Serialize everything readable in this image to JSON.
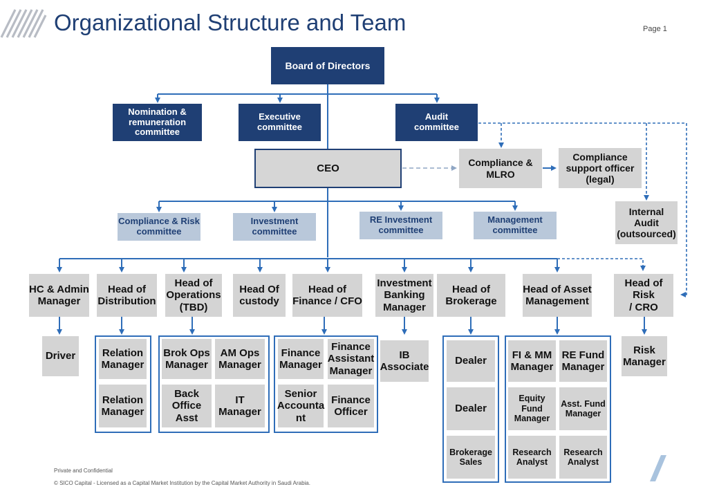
{
  "header": {
    "title": "Organizational Structure and Team",
    "page_label": "Page 1"
  },
  "footer": {
    "confidential": "Private and Confidential",
    "copyright": "© SICO Capital - Licensed as a Capital Market Institution by the Capital Market Authority in Saudi Arabia."
  },
  "colors": {
    "navy": "#1f3f74",
    "light_blue": "#b9c8da",
    "grey": "#d4d4d4",
    "connector": "#2e6db8"
  },
  "org": {
    "board": "Board of Directors",
    "board_committees": {
      "nomination": "Nomination &\nremuneration\ncommittee",
      "executive": "Executive\ncommittee",
      "audit": "Audit\ncommittee"
    },
    "ceo": "CEO",
    "compliance_mlro": "Compliance &\nMLRO",
    "compliance_support": "Compliance\nsupport officer\n(legal)",
    "internal_audit": "Internal\nAudit\n(outsourced)",
    "management_committees": {
      "compliance_risk": "Compliance & Risk\ncommittee",
      "investment": "Investment\ncommittee",
      "re_investment": "RE Investment\ncommittee",
      "management": "Management\ncommittee"
    },
    "heads": {
      "hc_admin": "HC & Admin\nManager",
      "distribution": "Head of\nDistribution",
      "operations": "Head of\nOperations\n(TBD)",
      "custody": "Head Of\ncustody",
      "finance": "Head of\nFinance / CFO",
      "ib": "Investment\nBanking\nManager",
      "brokerage": "Head of\nBrokerage",
      "asset_mgmt": "Head of Asset\nManagement",
      "risk": "Head of Risk\n/ CRO"
    },
    "staff": {
      "driver": "Driver",
      "relation_manager_1": "Relation\nManager",
      "relation_manager_2": "Relation\nManager",
      "brok_ops": "Brok  Ops\nManager",
      "am_ops": "AM Ops\nManager",
      "back_office": "Back\nOffice\nAsst",
      "it_manager": "IT\nManager",
      "finance_manager": "Finance\nManager",
      "finance_assistant": "Finance\nAssistant\nManager",
      "senior_accountant": "Senior\nAccounta\nnt",
      "finance_officer": "Finance\nOfficer",
      "ib_associate": "IB\nAssociate",
      "dealer_1": "Dealer",
      "dealer_2": "Dealer",
      "brokerage_sales": "Brokerage\nSales",
      "fi_mm": "FI & MM\nManager",
      "re_fund": "RE Fund\nManager",
      "equity_fund": "Equity Fund\nManager",
      "asst_fund": "Asst. Fund\nManager",
      "research_1": "Research\nAnalyst",
      "research_2": "Research\nAnalyst",
      "risk_manager": "Risk\nManager"
    }
  }
}
